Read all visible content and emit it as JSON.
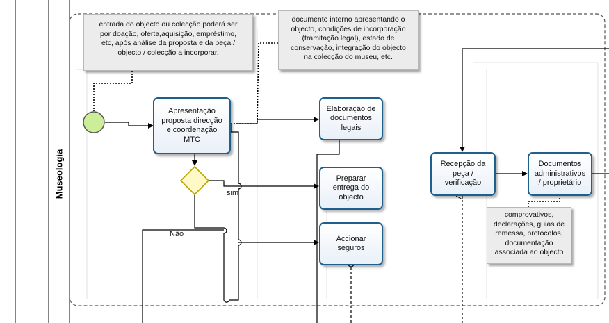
{
  "lane": {
    "label": "Museologia"
  },
  "notes": {
    "entry": "entrada do objecto ou colecção poderá ser\npor doação, oferta,aquisição, empréstimo,\netc, após análise da proposta e da peça /\nobjecto / colecção a incorporar.",
    "internal_doc": "documento interno apresentando o\nobjecto, condições de incorporação\n(tramitação legal), estado de\nconservação, integração do objecto\nna colecção do museu, etc.",
    "proofs": "comprovativos,\ndeclarações, guias de\nremessa, protocolos,\ndocumentação\nassociada ao objecto"
  },
  "tasks": {
    "apresentacao": "Apresentação\nproposta direcção\ne coordenação\nMTC",
    "elaboracao": "Elaboração de\ndocumentos\nlegais",
    "preparar": "Preparar\nentrega do\nobjecto",
    "accionar": "Accionar\nseguros",
    "recepcao": "Recepção da\npeça /\nverificação",
    "documentos": "Documentos\nadministrativos\n/ proprietário"
  },
  "edge_labels": {
    "sim": "sim",
    "nao": "Não"
  },
  "colors": {
    "task_border": "#1f5f8b",
    "start_fill": "#ccee99",
    "gateway_fill": "#fff9c8",
    "gateway_border": "#b8a400"
  }
}
